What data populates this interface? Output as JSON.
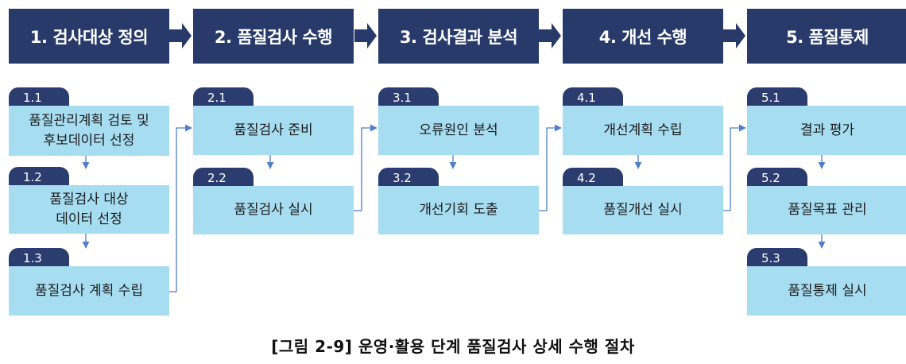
{
  "steps": [
    {
      "label": "1. 검사대상 정의"
    },
    {
      "label": "2. 품질검사 수행"
    },
    {
      "label": "3. 검사결과 분석"
    },
    {
      "label": "4. 개선 수행"
    },
    {
      "label": "5. 품질통제"
    }
  ],
  "substeps": {
    "s1_1": {
      "num": "1.1",
      "text": "품질관리계획 검토 및\n후보데이터 선정"
    },
    "s1_2": {
      "num": "1.2",
      "text": "품질검사 대상\n데이터 선정"
    },
    "s1_3": {
      "num": "1.3",
      "text": "품질검사 계획 수립"
    },
    "s2_1": {
      "num": "2.1",
      "text": "품질검사 준비"
    },
    "s2_2": {
      "num": "2.2",
      "text": "품질검사 실시"
    },
    "s3_1": {
      "num": "3.1",
      "text": "오류원인 분석"
    },
    "s3_2": {
      "num": "3.2",
      "text": "개선기회 도출"
    },
    "s4_1": {
      "num": "4.1",
      "text": "개선계획 수립"
    },
    "s4_2": {
      "num": "4.2",
      "text": "품질개선 실시"
    },
    "s5_1": {
      "num": "5.1",
      "text": "결과 평가"
    },
    "s5_2": {
      "num": "5.2",
      "text": "품질목표 관리"
    },
    "s5_3": {
      "num": "5.3",
      "text": "품질통제 실시"
    }
  },
  "caption": "[그림 2-9] 운영·활용 단계 품질검사 상세 수행 절차",
  "colors": {
    "header_bg": "#283a6a",
    "box_bg": "#a7ddf1",
    "connector": "#4f7fc9"
  }
}
